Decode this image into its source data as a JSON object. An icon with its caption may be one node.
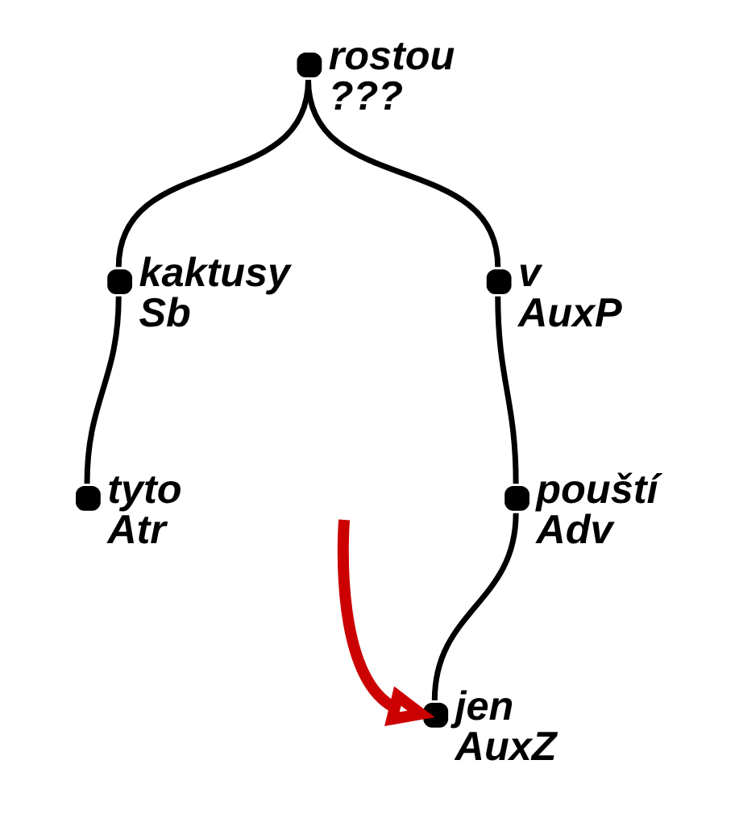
{
  "diagram": {
    "nodes": [
      {
        "text": [
          "rostou",
          "???"
        ]
      },
      {
        "text": [
          "kaktusy",
          "Sb"
        ]
      },
      {
        "text": [
          "tyto",
          "Atr"
        ]
      },
      {
        "text": [
          "v",
          "AuxP"
        ]
      },
      {
        "text": [
          "pouští",
          "Adv"
        ]
      },
      {
        "text": [
          "jen",
          "AuxZ"
        ]
      }
    ],
    "edges": [
      {
        "from": 0,
        "to": 1,
        "arrow": "none"
      },
      {
        "from": 1,
        "to": 2,
        "arrow": "none"
      },
      {
        "from": 0,
        "to": 3,
        "arrow": "none"
      },
      {
        "from": 3,
        "to": 4,
        "arrow": "none"
      },
      {
        "from": 4,
        "to": 5,
        "arrow": "none"
      },
      {
        "from": null,
        "to": 5,
        "arrow": "to",
        "style": "thick",
        "color": "#cc0000"
      }
    ]
  }
}
